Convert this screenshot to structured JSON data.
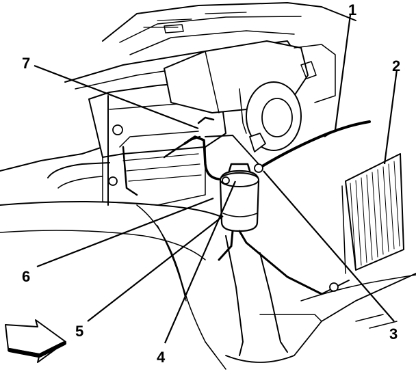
{
  "callouts": [
    {
      "id": "1",
      "label": "1"
    },
    {
      "id": "2",
      "label": "2"
    },
    {
      "id": "3",
      "label": "3"
    },
    {
      "id": "4",
      "label": "4"
    },
    {
      "id": "5",
      "label": "5"
    },
    {
      "id": "6",
      "label": "6"
    },
    {
      "id": "7",
      "label": "7"
    }
  ],
  "colors": {
    "ink": "#000000",
    "paper": "#ffffff"
  },
  "icons": {
    "direction": "front-arrow-icon"
  }
}
